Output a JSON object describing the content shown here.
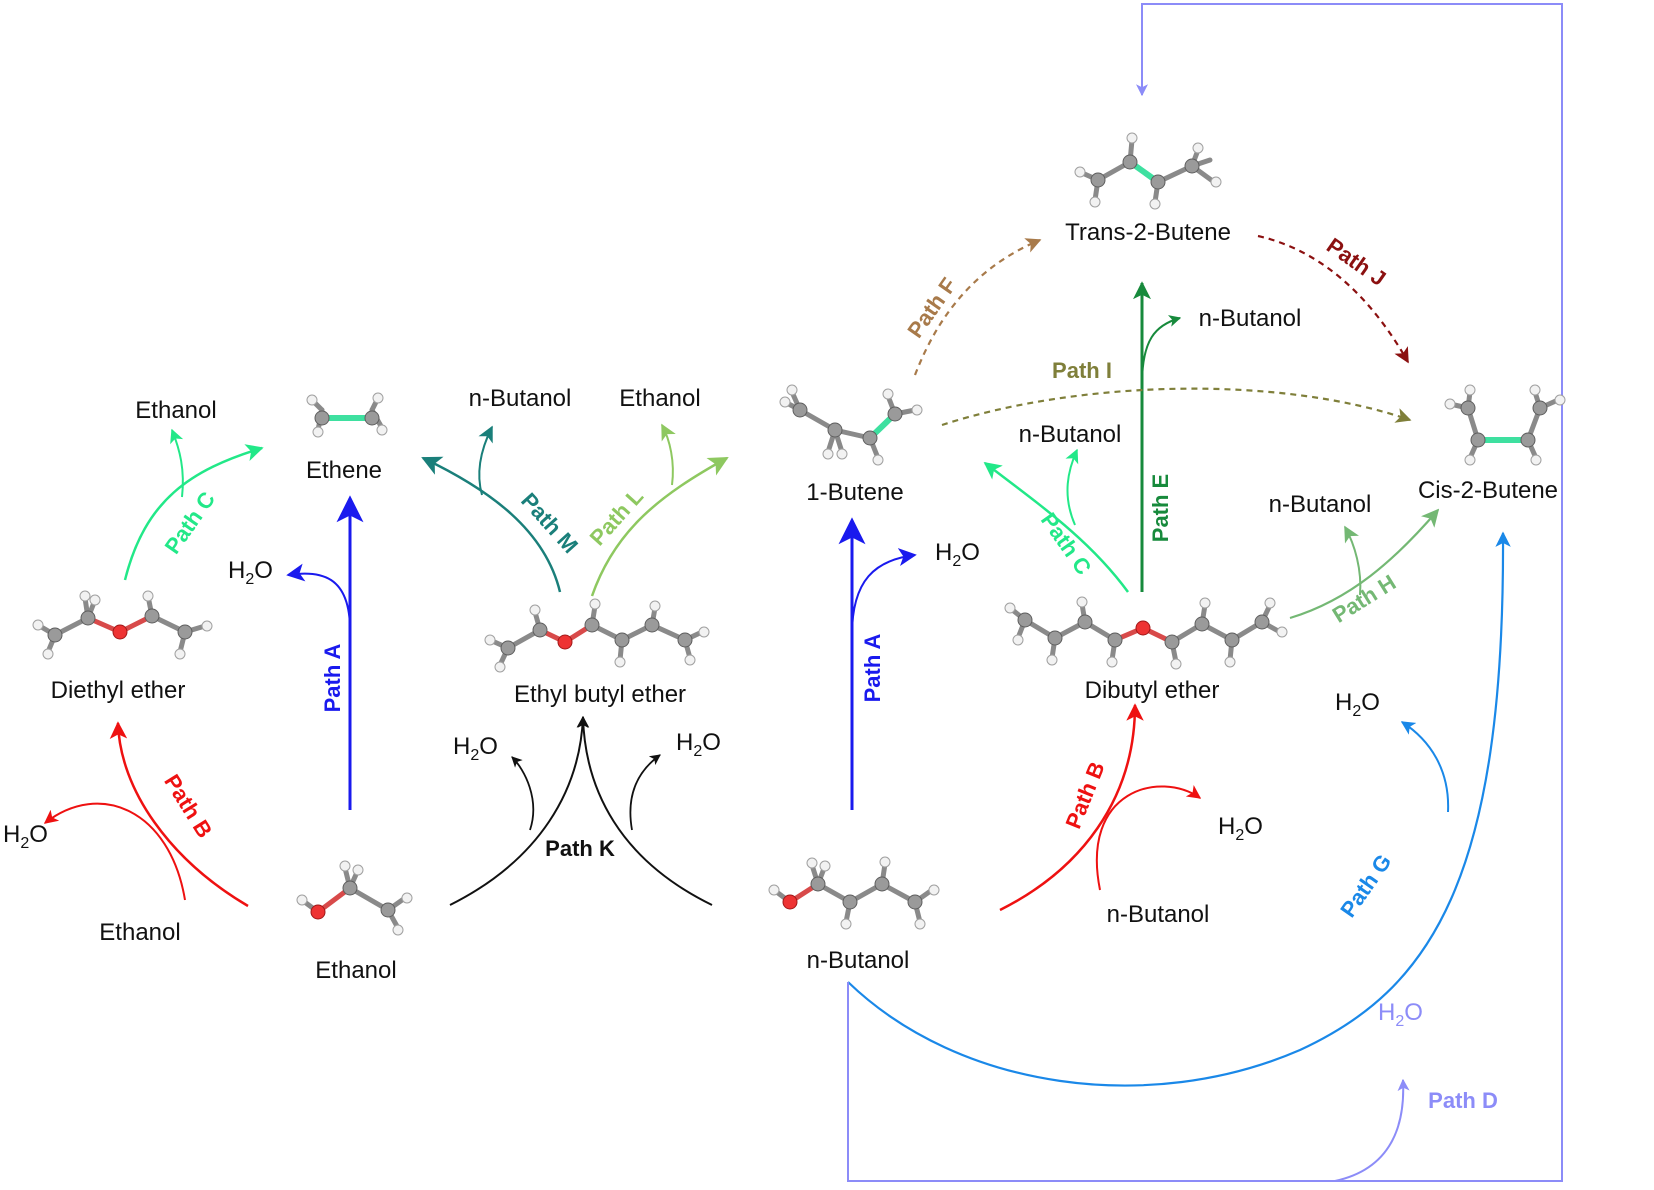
{
  "compounds": {
    "ethanol": "Ethanol",
    "ethene": "Ethene",
    "diethyl_ether": "Diethyl ether",
    "ethyl_butyl_ether": "Ethyl butyl ether",
    "n_butanol": "n-Butanol",
    "butene_1": "1-Butene",
    "dibutyl_ether": "Dibutyl ether",
    "trans_2_butene": "Trans-2-Butene",
    "cis_2_butene": "Cis-2-Butene"
  },
  "byproducts": {
    "water_base": "H",
    "water_sub": "2",
    "water_tail": "O",
    "ethanol": "Ethanol",
    "n_butanol": "n-Butanol"
  },
  "paths": {
    "A": "Path A",
    "B": "Path B",
    "C": "Path C",
    "D": "Path D",
    "E": "Path E",
    "F": "Path F",
    "G": "Path G",
    "H": "Path H",
    "I": "Path I",
    "J": "Path J",
    "K": "Path K",
    "L": "Path L",
    "M": "Path M"
  },
  "colors": {
    "path_A": "#1a1aee",
    "path_B": "#ee1111",
    "path_C": "#22e888",
    "path_D": "#8c8cf8",
    "path_E": "#178a3c",
    "path_F": "#a87a4a",
    "path_G": "#1a88e8",
    "path_H": "#74b874",
    "path_I": "#7f7f3a",
    "path_J": "#8b1010",
    "path_K": "#111111",
    "path_L": "#8ec860",
    "path_M": "#1a7f7a"
  }
}
